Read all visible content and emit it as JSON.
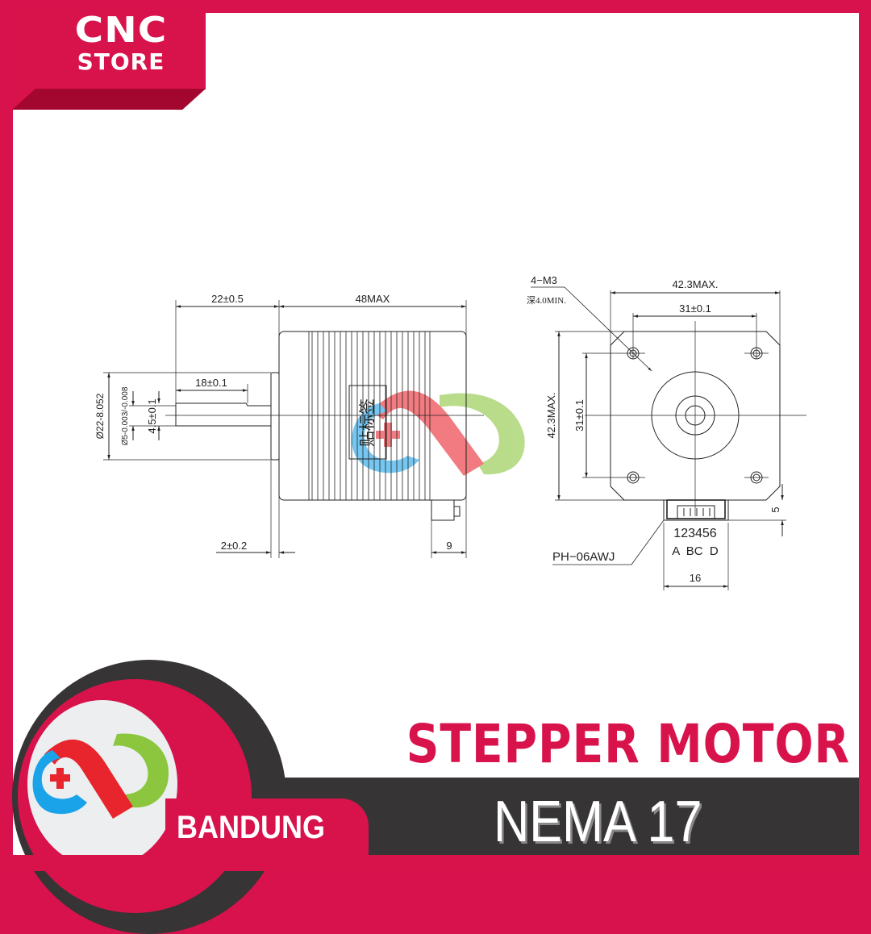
{
  "brand": {
    "line1": "CNC",
    "line2": "STORE"
  },
  "product": {
    "title": "STEPPER MOTOR",
    "subtitle": "NEMA 17",
    "location": "BANDUNG"
  },
  "side_view": {
    "dim_shaft_length": "22±0.5",
    "dim_body_length": "48MAX",
    "dim_flat_length": "18±0.1",
    "dim_boss_diameter": "Ø22-8.052",
    "dim_shaft_diameter": "Ø5-0.003/-0.008",
    "dim_flat_height": "4.5±0.1",
    "dim_boss_height": "2±0.2",
    "dim_connector": "9",
    "label_text": "贴标签"
  },
  "front_view": {
    "holes_label": "4−M3",
    "holes_depth": "深4.0MIN.",
    "dim_width": "42.3MAX.",
    "dim_hole_spacing_h": "31±0.1",
    "dim_height": "42.3MAX.",
    "dim_hole_spacing_v": "31±0.1",
    "connector_pins": "123456",
    "connector_phases": "A  BC  D",
    "connector_model": "PH−06AWJ",
    "dim_connector_width": "16",
    "dim_connector_height": "5"
  },
  "colors": {
    "brand": "#d8134c",
    "dark": "#373435",
    "logo_blue": "#1aa3e8",
    "logo_red": "#e8242c",
    "logo_green": "#8cc63f"
  }
}
